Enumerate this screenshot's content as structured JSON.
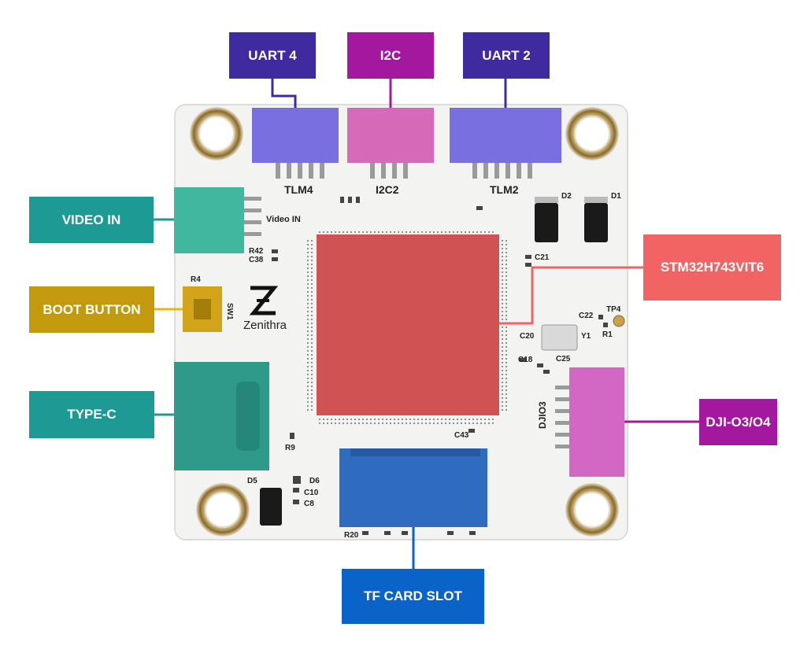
{
  "callouts": {
    "uart4": {
      "text": "UART 4",
      "color": "#3f2aa0"
    },
    "i2c": {
      "text": "I2C",
      "color": "#a4179f"
    },
    "uart2": {
      "text": "UART 2",
      "color": "#3f2aa0"
    },
    "video_in": {
      "text": "VIDEO IN",
      "color": "#1e9a94"
    },
    "boot_button": {
      "text": "BOOT BUTTON",
      "color": "#c39a0e"
    },
    "type_c": {
      "text": "TYPE-C",
      "color": "#1e9a94"
    },
    "mcu": {
      "text": "STM32H743VIT6",
      "color": "#f26464"
    },
    "dji": {
      "text": "DJI-O3/O4",
      "color": "#a4179f"
    },
    "tf_card": {
      "text": "TF CARD SLOT",
      "color": "#0a63c9"
    }
  },
  "board": {
    "brand": "Zenithra",
    "silkscreen": {
      "tlm4": "TLM4",
      "i2c2": "I2C2",
      "tlm2": "TLM2",
      "video_in": "Video IN",
      "djio3": "DJIO3",
      "sw1": "SW1",
      "r4": "R4",
      "r42": "R42",
      "c38": "C38",
      "r9": "R9",
      "d1": "D1",
      "d2": "D2",
      "c21": "C21",
      "c22": "C22",
      "tp4": "TP4",
      "r1": "R1",
      "y1": "Y1",
      "c20": "C20",
      "c18": "C18",
      "c25": "C25",
      "c43": "C43",
      "d5": "D5",
      "d6": "D6",
      "c10": "C10",
      "c8": "C8",
      "r20": "R20"
    }
  }
}
